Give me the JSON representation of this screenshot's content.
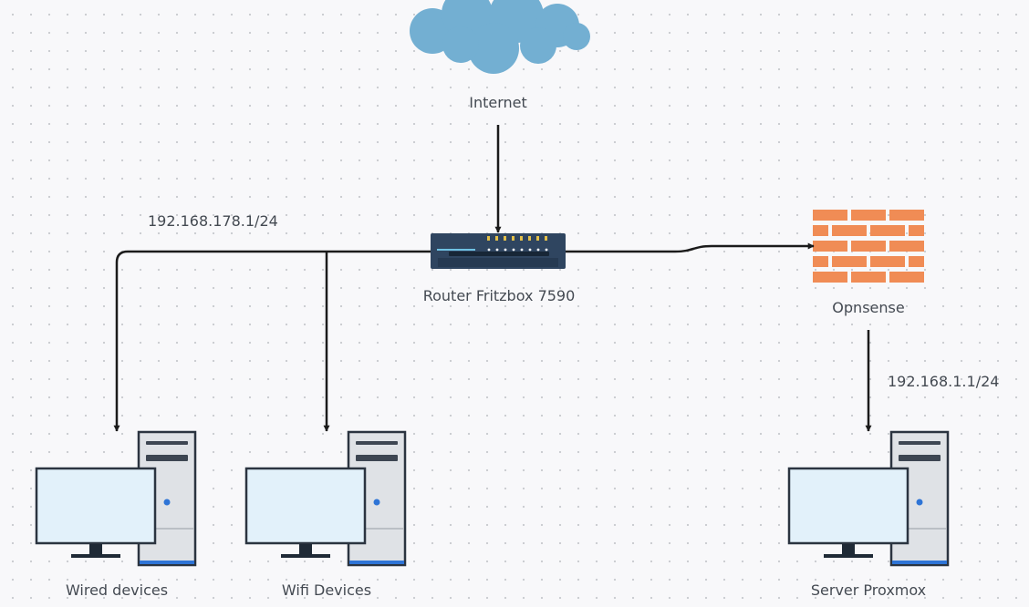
{
  "nodes": {
    "internet": {
      "label": "Internet",
      "icon": "cloud-icon"
    },
    "router": {
      "label": "Router Fritzbox 7590",
      "icon": "router-icon"
    },
    "firewall": {
      "label": "Opnsense",
      "icon": "firewall-icon"
    },
    "wired": {
      "label": "Wired devices",
      "icon": "desktop-computer-icon"
    },
    "wifi": {
      "label": "Wifi Devices",
      "icon": "desktop-computer-icon"
    },
    "server": {
      "label": "Server Proxmox",
      "icon": "desktop-computer-icon"
    }
  },
  "subnets": {
    "lan": "192.168.178.1/24",
    "opnsense_lan": "192.168.1.1/24"
  },
  "colors": {
    "cloud": "#73afd2",
    "router_body": "#2f4560",
    "brick": "#f08c55",
    "connector": "#1b1b1b",
    "monitor_screen": "#e2f1fa",
    "tower": "#dfe2e6",
    "outline": "#2b3440"
  }
}
